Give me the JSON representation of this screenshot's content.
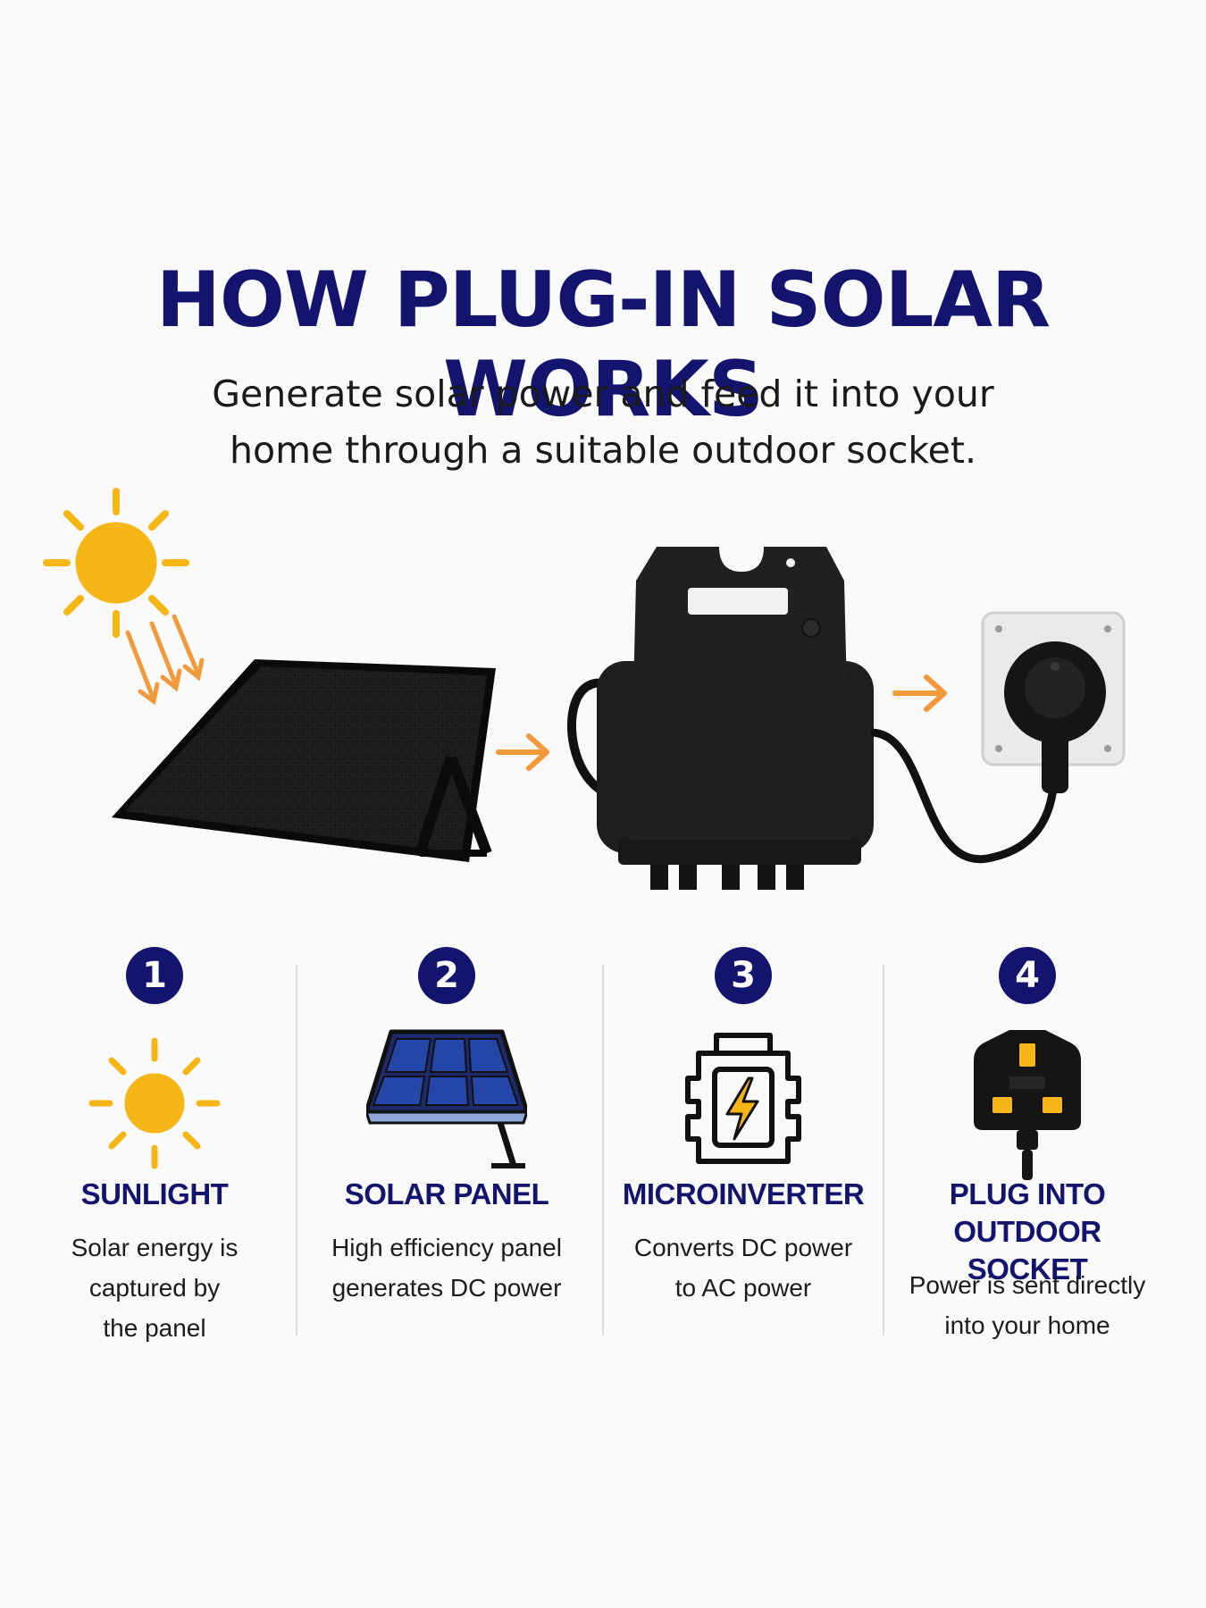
{
  "title": "HOW PLUG-IN SOLAR WORKS",
  "subtitle_lines": [
    "Generate solar power and feed it into your",
    "home through a suitable outdoor socket."
  ],
  "colors": {
    "navy": "#13146e",
    "sun": "#f5b616",
    "arrow": "#f29a3b",
    "panel_blue": "#2446a8",
    "dark": "#171717"
  },
  "hero": {
    "icons": [
      "sun-icon",
      "sunlight-arrows-icon",
      "solar-panel-icon",
      "microinverter-icon",
      "outdoor-socket-icon",
      "flow-arrow-icon"
    ]
  },
  "steps": [
    {
      "number": "1",
      "icon": "sun-icon",
      "title_lines": [
        "SUNLIGHT"
      ],
      "desc_lines": [
        "Solar energy is",
        "captured by",
        "the panel"
      ]
    },
    {
      "number": "2",
      "icon": "solar-panel-icon",
      "title_lines": [
        "SOLAR PANEL"
      ],
      "desc_lines": [
        "High efficiency panel",
        "generates DC power"
      ]
    },
    {
      "number": "3",
      "icon": "microinverter-icon",
      "title_lines": [
        "MICROINVERTER"
      ],
      "desc_lines": [
        "Converts DC power",
        "to AC power"
      ]
    },
    {
      "number": "4",
      "icon": "uk-plug-icon",
      "title_lines": [
        "PLUG INTO",
        "OUTDOOR SOCKET"
      ],
      "desc_lines": [
        "Power is sent directly",
        "into your home"
      ]
    }
  ]
}
